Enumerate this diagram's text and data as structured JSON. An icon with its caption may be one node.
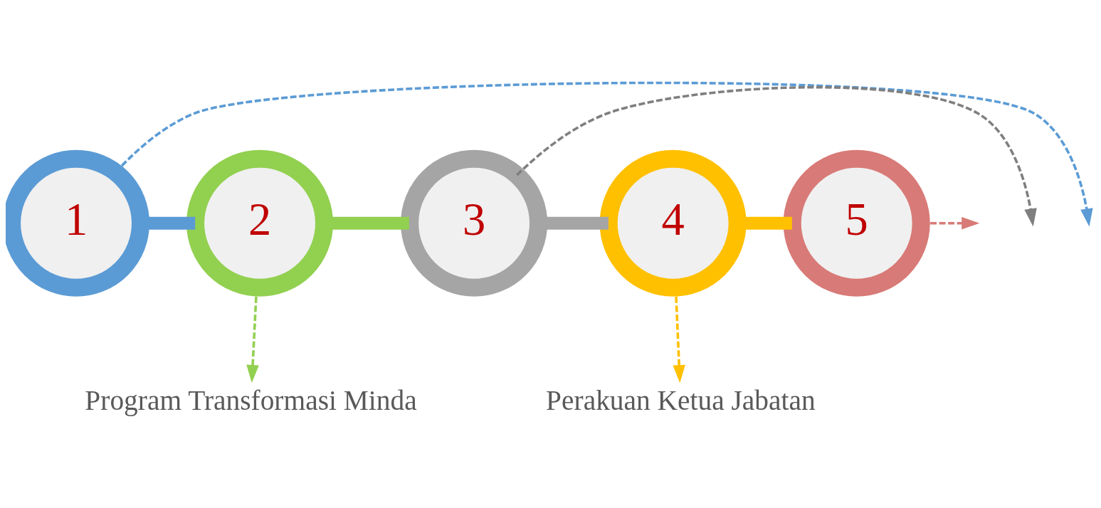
{
  "diagram": {
    "nodes": [
      {
        "text": [
          "1"
        ]
      },
      {
        "text": [
          "2"
        ]
      },
      {
        "text": [
          "3"
        ]
      },
      {
        "text": [
          "4"
        ]
      },
      {
        "text": [
          "5"
        ]
      },
      {
        "text": [
          "Program Transformasi Minda"
        ]
      },
      {
        "text": [
          "Perakuan Ketua Jabatan"
        ]
      }
    ],
    "edges": [
      {
        "from": 0,
        "to": 1,
        "arrow": "none",
        "style": "thick",
        "color": "#5b9bd5"
      },
      {
        "from": 1,
        "to": 2,
        "arrow": "none",
        "style": "thick",
        "color": "#92d050"
      },
      {
        "from": 2,
        "to": 3,
        "arrow": "none",
        "style": "thick",
        "color": "#a5a5a5"
      },
      {
        "from": 3,
        "to": 4,
        "arrow": "none",
        "style": "thick",
        "color": "#ffc000"
      },
      {
        "from": 0,
        "to": null,
        "arrow": "to",
        "style": "dashed",
        "color": "#5b9bd5"
      },
      {
        "from": 1,
        "to": 5,
        "arrow": "to",
        "style": "dashed",
        "color": "#92d050"
      },
      {
        "from": 2,
        "to": null,
        "arrow": "to",
        "style": "dashed",
        "color": "#7f7f7f"
      },
      {
        "from": 3,
        "to": 6,
        "arrow": "to",
        "style": "dashed",
        "color": "#ffc000"
      },
      {
        "from": 4,
        "to": null,
        "arrow": "to",
        "style": "dashed",
        "color": "#d87a77"
      }
    ]
  }
}
